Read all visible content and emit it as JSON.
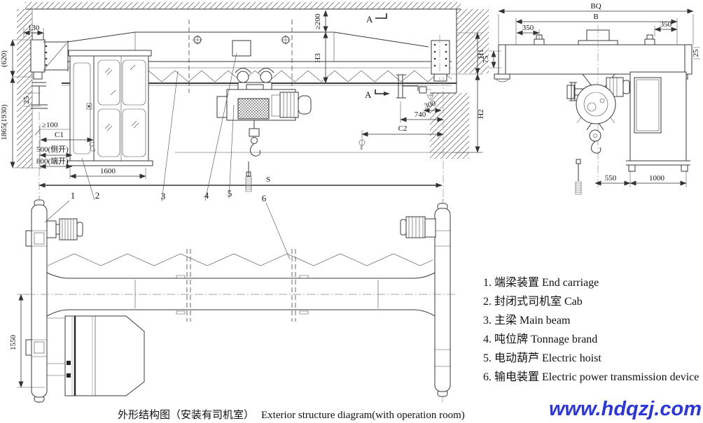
{
  "diagram": {
    "elevation": {
      "d130": "130",
      "d620": "(620)",
      "d1865": "1865(1930)",
      "d25": "25",
      "ge100": "≥100",
      "c1": "C1",
      "d500": "500(侧开)",
      "d800": "800(端开)",
      "d1600": "1600",
      "ge200": "≥200",
      "h3": "H3",
      "h1": "H1",
      "h2": "H2",
      "d300": "300",
      "d740": "740",
      "c2": "C2",
      "s": "S",
      "section_a": "A"
    },
    "plan": {
      "d1550": "1550"
    },
    "callouts": [
      "1",
      "2",
      "3",
      "4",
      "5",
      "6"
    ],
    "side": {
      "bq": "BQ",
      "b": "B",
      "d350_left": "350",
      "d350_right": "350",
      "d75": "75",
      "d25": "25",
      "d550": "550",
      "d1000": "1000"
    }
  },
  "legend": {
    "items": [
      "1. 端梁装置 End carriage",
      "2. 封闭式司机室 Cab",
      "3. 主梁 Main beam",
      "4. 吨位牌 Tonnage brand",
      "5. 电动葫芦 Electric hoist",
      "6. 输电装置 Electric power transmission device"
    ]
  },
  "caption": {
    "zh": "外形结构图（安装有司机室）",
    "en": "Exterior structure diagram(with operation room)"
  },
  "watermark": {
    "text": "www.hdqzj.com",
    "color": "#2b36df"
  }
}
